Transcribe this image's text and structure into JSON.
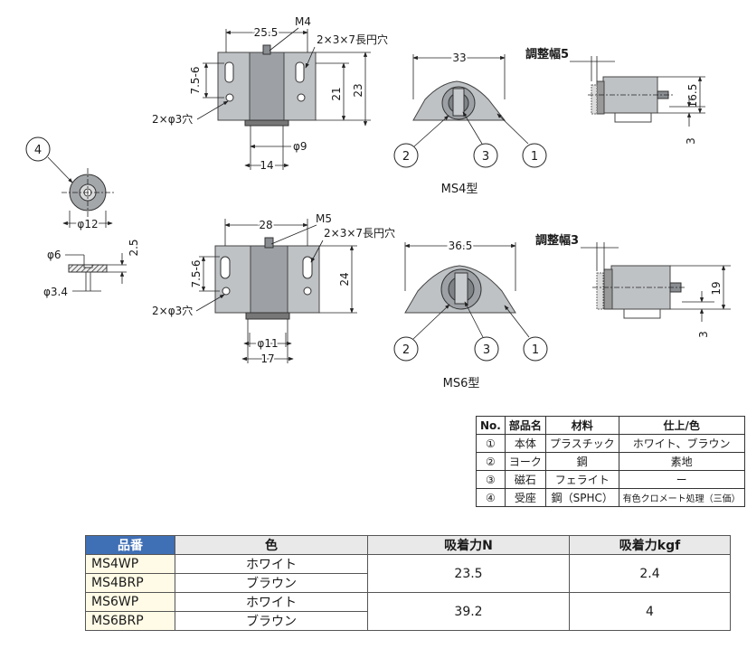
{
  "ms4": {
    "front_dims": {
      "width": "25.5",
      "screw": "M4",
      "slot": "2×3×7長円穴",
      "pitch": "7.5-6",
      "h21": "21",
      "h23": "23",
      "holes": "2×φ3穴",
      "boss": "φ9",
      "base": "14"
    },
    "side_dims": {
      "width": "33"
    },
    "right_dims": {
      "adjust": "調整幅5",
      "height": "16.5",
      "offset": "3"
    },
    "callouts": [
      "2",
      "3",
      "1"
    ],
    "model_label": "MS4型"
  },
  "ms6": {
    "front_dims": {
      "width": "28",
      "screw": "M5",
      "slot": "2×3×7長円穴",
      "pitch": "7.5-6",
      "h24": "24",
      "holes": "2×φ3穴",
      "boss": "φ11",
      "base": "17"
    },
    "side_dims": {
      "width": "36.5"
    },
    "right_dims": {
      "adjust": "調整幅3",
      "height": "19",
      "offset": "3"
    },
    "callouts": [
      "2",
      "3",
      "1"
    ],
    "model_label": "MS6型"
  },
  "strike": {
    "callout": "4",
    "diameter": "φ12",
    "inner": "φ6",
    "thickness": "2.5",
    "hole": "φ3.4"
  },
  "parts_table": {
    "headers": [
      "No.",
      "部品名",
      "材料",
      "仕上/色"
    ],
    "rows": [
      [
        "①",
        "本体",
        "プラスチック",
        "ホワイト、ブラウン"
      ],
      [
        "②",
        "ヨーク",
        "鋼",
        "素地"
      ],
      [
        "③",
        "磁石",
        "フェライト",
        "ー"
      ],
      [
        "④",
        "受座",
        "鋼（SPHC）",
        "有色クロメート処理（三価）"
      ]
    ]
  },
  "product_table": {
    "headers": [
      "品番",
      "色",
      "吸着力N",
      "吸着力kgf"
    ],
    "groups": [
      {
        "rows": [
          {
            "code": "MS4WP",
            "color": "ホワイト"
          },
          {
            "code": "MS4BRP",
            "color": "ブラウン"
          }
        ],
        "force_n": "23.5",
        "force_kgf": "2.4"
      },
      {
        "rows": [
          {
            "code": "MS6WP",
            "color": "ホワイト"
          },
          {
            "code": "MS6BRP",
            "color": "ブラウン"
          }
        ],
        "force_n": "39.2",
        "force_kgf": "4"
      }
    ]
  },
  "colors": {
    "header_blue": "#3f6fb5",
    "code_bg": "#fffbe6",
    "body_gray": "#bfc2c5"
  }
}
